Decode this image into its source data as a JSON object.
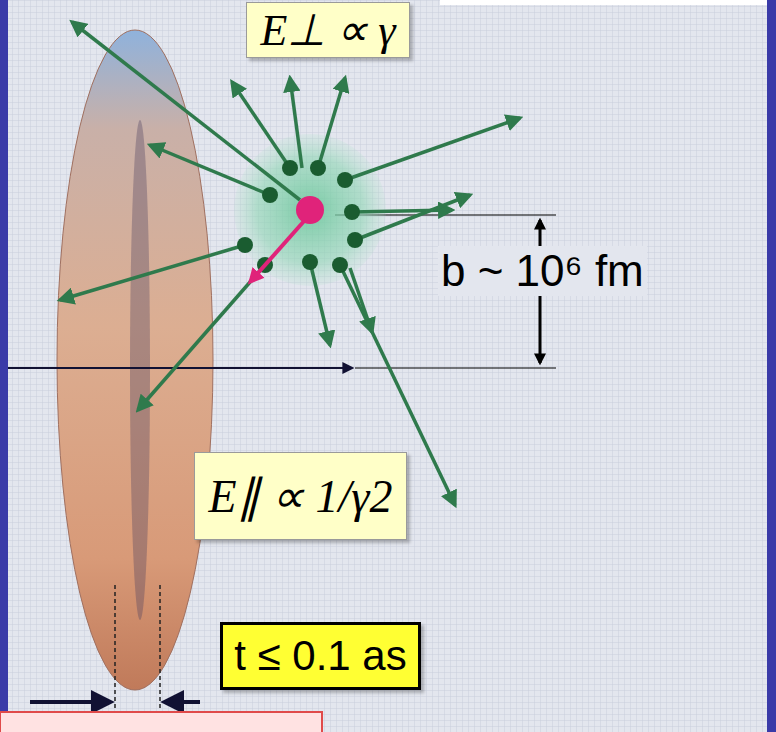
{
  "diagram": {
    "nodes": [
      {
        "text": [
          "E⊥ ∝ γ"
        ]
      },
      {
        "text": [
          "E∥ ∝ 1/γ2"
        ]
      },
      {
        "text": [
          "t ≤ 0.1 as"
        ]
      }
    ],
    "labels": [
      "b ~ 10⁶ fm"
    ]
  }
}
